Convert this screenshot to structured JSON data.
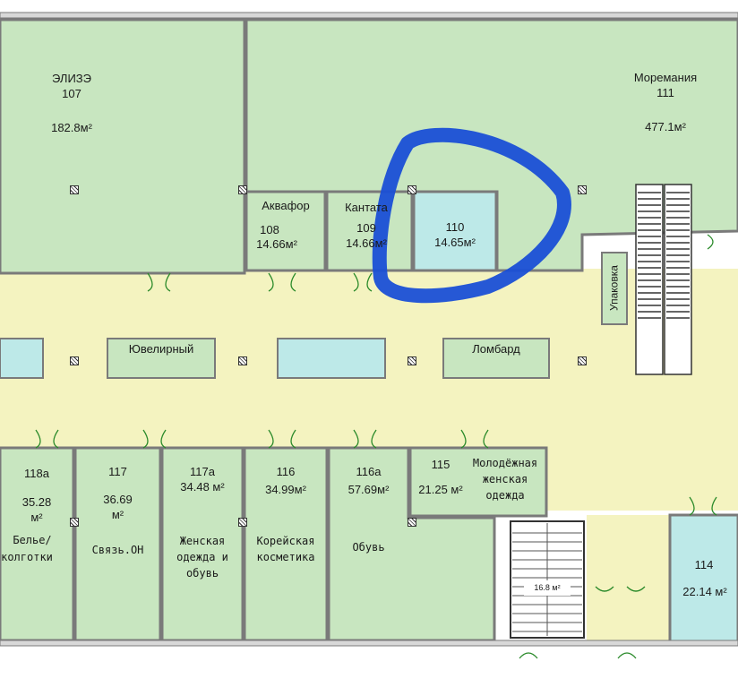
{
  "units": {
    "u107": {
      "name": "ЭЛИЗЭ",
      "number": "107",
      "area": "182.8м²"
    },
    "u111": {
      "name": "Моремания",
      "number": "111",
      "area": "477.1м²"
    },
    "u108": {
      "name": "Аквафор",
      "number": "108",
      "area": "14.66м²"
    },
    "u109": {
      "name": "Кантата",
      "number": "109",
      "area": "14.66м²"
    },
    "u110": {
      "number": "110",
      "area": "14.65м²"
    },
    "u118a": {
      "number": "118a",
      "area": "35.28",
      "unit": "м²",
      "desc1": "Белье/",
      "desc2": "колготки"
    },
    "u117": {
      "number": "117",
      "area": "36.69",
      "unit": "м²",
      "desc": "Связь.ОН"
    },
    "u117a": {
      "number": "117a",
      "area": "34.48 м²",
      "desc1": "Женская",
      "desc2": "одежда и",
      "desc3": "обувь"
    },
    "u116": {
      "number": "116",
      "area": "34.99м²",
      "desc1": "Корейская",
      "desc2": "косметика"
    },
    "u116a": {
      "number": "116a",
      "area": "57.69м²",
      "desc": "Обувь"
    },
    "u115": {
      "number": "115",
      "area": "21.25 м²",
      "desc1": "Молодёжная",
      "desc2": "женская",
      "desc3": "одежда"
    },
    "u114": {
      "number": "114",
      "area": "22.14 м²"
    }
  },
  "islands": {
    "jewelry": "Ювелирный",
    "pawnshop": "Ломбард"
  },
  "packing_label": "Упаковка",
  "stair_area": "16.8 м²",
  "colors": {
    "shop_green": "#c8e6c0",
    "corridor_yellow": "#f4f3c0",
    "highlight_cyan": "#bde9e8",
    "marker_blue": "#1a4fd6"
  }
}
